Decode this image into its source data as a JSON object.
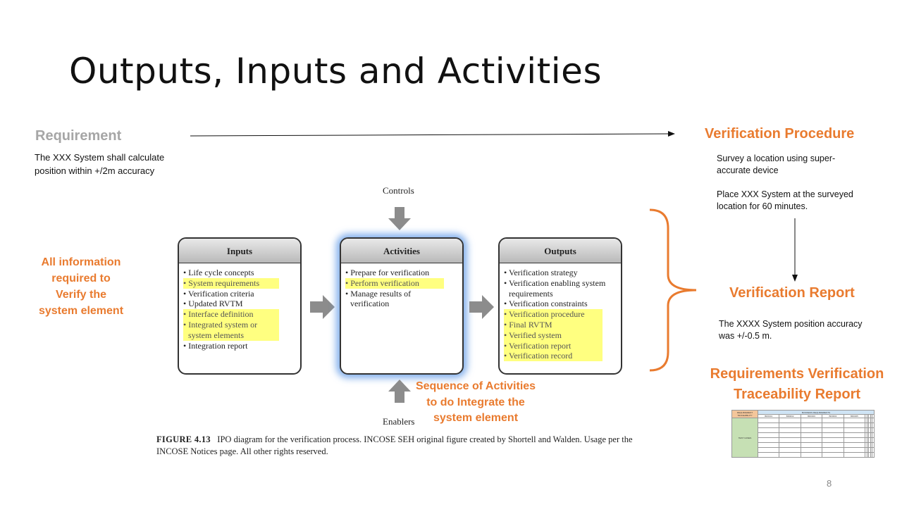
{
  "slide": {
    "title": "Outputs, Inputs and Activities",
    "page_number": "8"
  },
  "requirement": {
    "heading": "Requirement",
    "text_line1": "The XXX System shall calculate",
    "text_line2": "position within +/2m accuracy"
  },
  "verification_procedure": {
    "heading": "Verification Procedure",
    "step1_line1": "Survey a location using super-",
    "step1_line2": "accurate device",
    "step2_line1": "Place XXX System at the surveyed",
    "step2_line2": "location for 60 minutes."
  },
  "verification_report": {
    "heading": "Verification Report",
    "text_line1": "The XXXX System position accuracy",
    "text_line2": "was +/-0.5 m."
  },
  "rvtr": {
    "heading_line1": "Requirements Verification",
    "heading_line2": "Traceability Report",
    "thumb_col1": "REQUIREMENT TRACEABILITY",
    "thumb_group": "BUSINESS REQUIREMENTS",
    "thumb_ids": [
      "BR0001",
      "BR0002",
      "BR0003",
      "BR0004",
      "BR0005"
    ],
    "thumb_row": "TEST CASES"
  },
  "annotations": {
    "all_info_line1": "All information",
    "all_info_line2": "required to",
    "all_info_line3": "Verify the",
    "all_info_line4": "system element",
    "sequence_line1": "Sequence of Activities",
    "sequence_line2": "to do Integrate the",
    "sequence_line3": "system element"
  },
  "diagram": {
    "controls": "Controls",
    "enablers": "Enablers",
    "inputs": {
      "title": "Inputs",
      "items": [
        {
          "text": "• Life cycle concepts",
          "highlight": false
        },
        {
          "text": "• System requirements",
          "highlight": true
        },
        {
          "text": "• Verification criteria",
          "highlight": false
        },
        {
          "text": "• Updated RVTM",
          "highlight": false
        },
        {
          "text": "• Interface definition",
          "highlight": true
        },
        {
          "text": "• Integrated system or system elements",
          "highlight": true
        },
        {
          "text": "• Integration report",
          "highlight": false
        }
      ]
    },
    "activities": {
      "title": "Activities",
      "items": [
        {
          "text": "• Prepare for verification",
          "highlight": false
        },
        {
          "text": "• Perform verification",
          "highlight": true
        },
        {
          "text": "• Manage results of verification",
          "highlight": false
        }
      ]
    },
    "outputs": {
      "title": "Outputs",
      "items": [
        {
          "text": "• Verification strategy",
          "highlight": false
        },
        {
          "text": "• Verification enabling system requirements",
          "highlight": false
        },
        {
          "text": "• Verification constraints",
          "highlight": false
        },
        {
          "text": "• Verification procedure",
          "highlight": true
        },
        {
          "text": "• Final RVTM",
          "highlight": true
        },
        {
          "text": "• Verified system",
          "highlight": true
        },
        {
          "text": "• Verification report",
          "highlight": true
        },
        {
          "text": "• Verification record",
          "highlight": true
        }
      ]
    }
  },
  "caption": {
    "label": "FIGURE 4.13",
    "text": "IPO diagram for the verification process. INCOSE SEH original figure created by Shortell and Walden. Usage per the INCOSE Notices page. All other rights reserved."
  },
  "colors": {
    "accent_orange": "#e97b2f",
    "highlight_yellow": "#ffff80",
    "grey_heading": "#a6a6a6"
  }
}
